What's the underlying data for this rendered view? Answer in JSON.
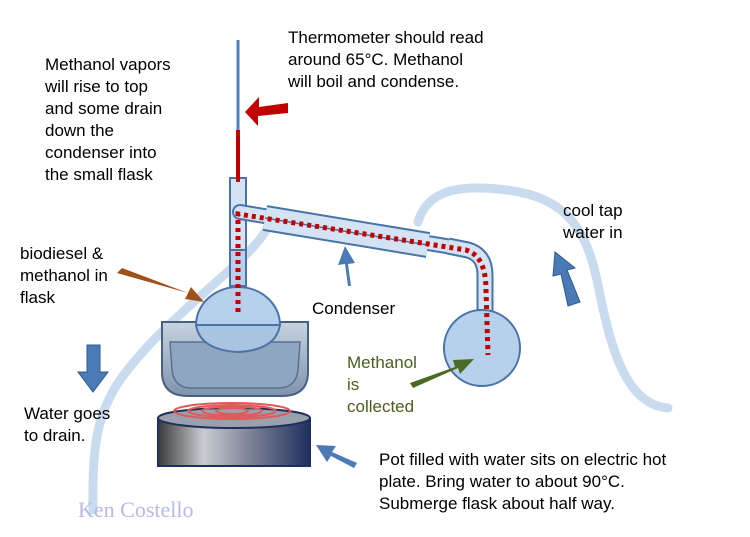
{
  "labels": {
    "thermometer": "Thermometer should read\naround 65°C.  Methanol\nwill  boil and condense.",
    "vapors": "Methanol vapors\nwill rise to top\nand some drain\ndown the\ncondenser into\nthe small flask",
    "biodiesel": "biodiesel &\nmethanol in\nflask",
    "cool_water": "cool tap\nwater in",
    "condenser": "Condenser",
    "collected": "Methanol\nis\ncollected",
    "drain": "Water goes\nto drain.",
    "pot": "Pot filled with water  sits on electric hot\nplate.  Bring water to about 90°C.\nSubmerge flask about half way.",
    "author": "Ken Costello"
  },
  "colors": {
    "flask_fill": "#b7d1ec",
    "outline": "#4a73a8",
    "tube": "#d4e3f3",
    "vapor_path": "#c00000",
    "thermometer_red": "#c00000",
    "thermometer_blue": "#4f81bd",
    "arrow_red": "#c00000",
    "arrow_brown": "#a0521b",
    "arrow_blue": "#4a7bb7",
    "arrow_green": "#4b6a25",
    "hotplate_dark": "#1f2f5e",
    "coil": "#e05a5a",
    "collected_text": "#4b5e1f",
    "author_text": "#b9b8e6"
  }
}
